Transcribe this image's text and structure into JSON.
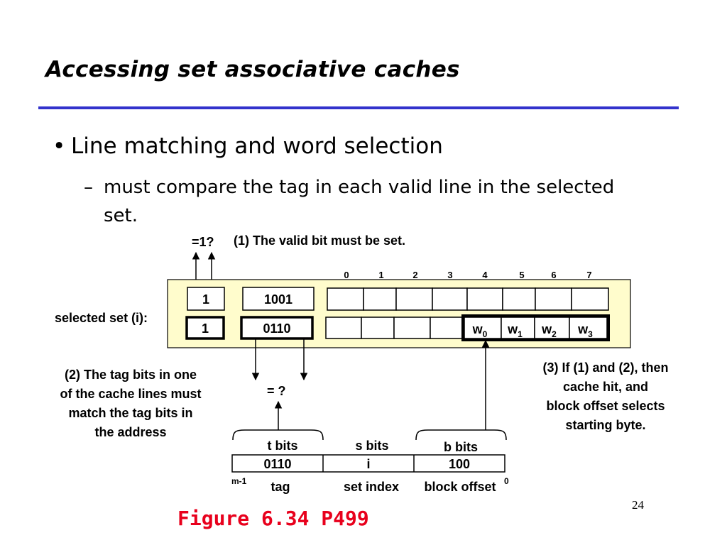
{
  "slide": {
    "title": "Accessing set associative caches",
    "bullet": "Line matching and word selection",
    "bullet_marker": "•",
    "sub_marker": "–",
    "sub_bullet": "must compare the tag in each valid line in the selected set.",
    "figure_caption": "Figure 6.34  P499",
    "page_number": "24",
    "rule_color": "#3333cc",
    "caption_color": "#e8001c"
  },
  "diagram": {
    "eq1_label": "=1?",
    "step1": "(1) The valid bit must be set.",
    "byte_indices": [
      "0",
      "1",
      "2",
      "3",
      "4",
      "5",
      "6",
      "7"
    ],
    "selected_set_label": "selected set (i):",
    "line1": {
      "valid": "1",
      "tag": "1001"
    },
    "line2": {
      "valid": "1",
      "tag": "0110"
    },
    "words": [
      {
        "base": "w",
        "sub": "0"
      },
      {
        "base": "w",
        "sub": "1"
      },
      {
        "base": "w",
        "sub": "2"
      },
      {
        "base": "w",
        "sub": "3"
      }
    ],
    "step2_lines": [
      "(2) The tag bits in one",
      "of the cache lines must",
      "match the tag bits in",
      "the address"
    ],
    "eq_q": "= ?",
    "step3_lines": [
      "(3) If (1) and (2), then",
      "cache hit, and",
      "block  offset selects",
      "starting byte."
    ],
    "address": {
      "fields": [
        {
          "bits_label": "t bits",
          "value": "0110",
          "name": "tag"
        },
        {
          "bits_label": "s bits",
          "value": "i",
          "name": "set index"
        },
        {
          "bits_label": "b bits",
          "value": "100",
          "name": "block offset"
        }
      ],
      "msb_label": "m-1",
      "lsb_label": "0"
    },
    "set_background": "#fffccc"
  }
}
